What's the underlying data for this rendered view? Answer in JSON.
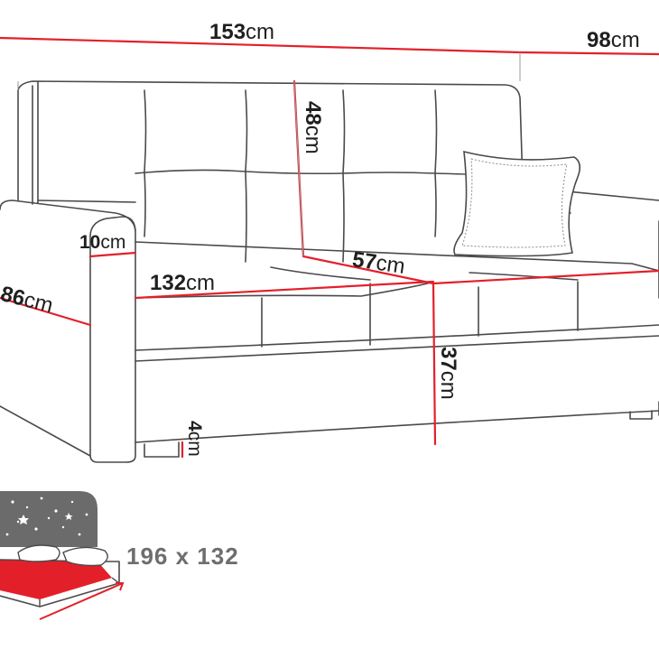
{
  "colors": {
    "dimension_line": "#e3202a",
    "outline": "#4a4a4a",
    "text": "#1f1f1f",
    "bed_fill": "#e3202a",
    "night_panel": "#6b6b6b"
  },
  "unit": "cm",
  "dimensions": {
    "total_width": "153",
    "total_depth": "98",
    "back_height": "48",
    "armrest_width": "10",
    "seat_width": "132",
    "side_height": "86",
    "seat_depth": "57",
    "seat_height": "37",
    "leg_height": "4"
  },
  "bed_size": "196 x 132",
  "icons": [
    "sofa-drawing-icon",
    "pillow-icon",
    "sleeping-bed-icon",
    "stars-icon"
  ]
}
